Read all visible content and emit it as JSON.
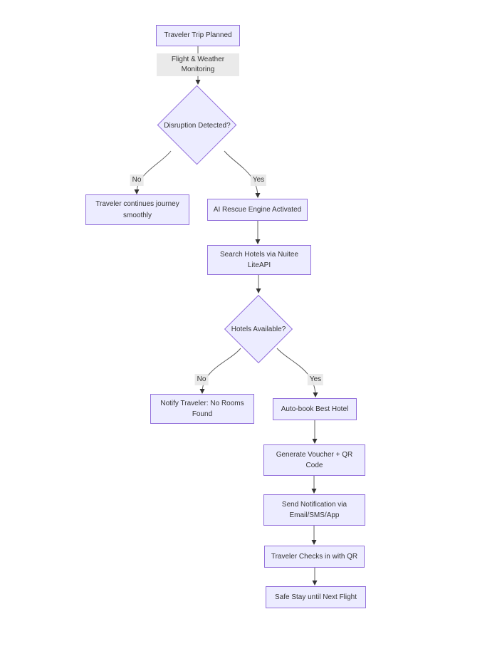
{
  "diagram": {
    "type": "flowchart",
    "nodes": {
      "trip_planned": {
        "label": "Traveler Trip Planned"
      },
      "disruption": {
        "label": "Disruption Detected?"
      },
      "continue_journey": {
        "label": "Traveler continues journey\nsmoothly"
      },
      "rescue_engine": {
        "label": "AI Rescue Engine Activated"
      },
      "search_hotels": {
        "label": "Search Hotels via Nuitee\nLiteAPI"
      },
      "hotels_available": {
        "label": "Hotels Available?"
      },
      "notify_no_rooms": {
        "label": "Notify Traveler: No Rooms\nFound"
      },
      "autobook": {
        "label": "Auto-book Best Hotel"
      },
      "voucher": {
        "label": "Generate Voucher + QR\nCode"
      },
      "notification": {
        "label": "Send Notification via\nEmail/SMS/App"
      },
      "checkin": {
        "label": "Traveler Checks in with QR"
      },
      "safe_stay": {
        "label": "Safe Stay until Next Flight"
      }
    },
    "edge_labels": {
      "monitoring": "Flight & Weather\nMonitoring",
      "disruption_no": "No",
      "disruption_yes": "Yes",
      "hotels_no": "No",
      "hotels_yes": "Yes"
    },
    "colors": {
      "node_fill": "#ECECFF",
      "node_border": "#9370DB",
      "edge_label_bg": "#e8e8e8",
      "edge_line": "#616161",
      "arrowhead": "#333333",
      "text": "#333333",
      "background": "#ffffff"
    }
  }
}
